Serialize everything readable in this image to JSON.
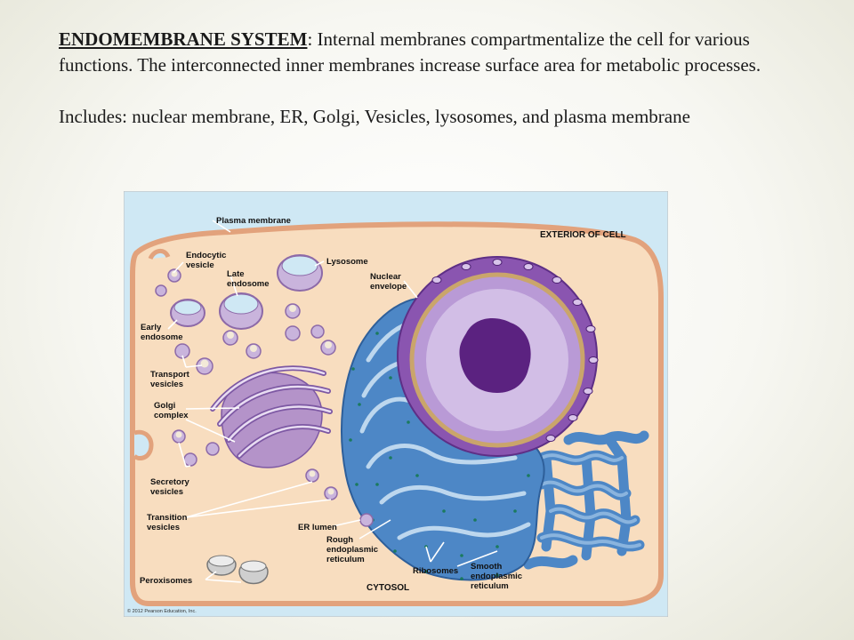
{
  "slide": {
    "term": "ENDOMEMBRANE SYSTEM",
    "definition": ": Internal membranes compartmentalize the cell for various functions.  The interconnected inner membranes increase surface area for metabolic processes.",
    "includes": "Includes: nuclear membrane, ER, Golgi, Vesicles, lysosomes, and plasma membrane"
  },
  "figure": {
    "labels": {
      "plasma_membrane": "Plasma membrane",
      "exterior_of_cell": "EXTERIOR OF CELL",
      "endocytic_vesicle_1": "Endocytic",
      "endocytic_vesicle_2": "vesicle",
      "late_endosome_1": "Late",
      "late_endosome_2": "endosome",
      "lysosome": "Lysosome",
      "nuclear_envelope_1": "Nuclear",
      "nuclear_envelope_2": "envelope",
      "early_endosome_1": "Early",
      "early_endosome_2": "endosome",
      "transport_vesicles_1": "Transport",
      "transport_vesicles_2": "vesicles",
      "golgi_complex_1": "Golgi",
      "golgi_complex_2": "complex",
      "secretory_vesicles_1": "Secretory",
      "secretory_vesicles_2": "vesicles",
      "transition_vesicles_1": "Transition",
      "transition_vesicles_2": "vesicles",
      "er_lumen": "ER lumen",
      "rough_er_1": "Rough",
      "rough_er_2": "endoplasmic",
      "rough_er_3": "reticulum",
      "ribosomes": "Ribosomes",
      "smooth_er_1": "Smooth",
      "smooth_er_2": "endoplasmic",
      "smooth_er_3": "reticulum",
      "peroxisomes": "Peroxisomes",
      "cytosol": "CYTOSOL"
    },
    "credit": "© 2012 Pearson Education, Inc.",
    "colors": {
      "exterior": "#cfe8f4",
      "cytoplasm": "#f8ddbf",
      "membrane": "#e2a27c",
      "nucleus": "#8a55b0",
      "nucleolus": "#5b2280",
      "er": "#4d87c6",
      "golgi": "#b493c9",
      "vesicle": "#c9b4dc"
    }
  }
}
